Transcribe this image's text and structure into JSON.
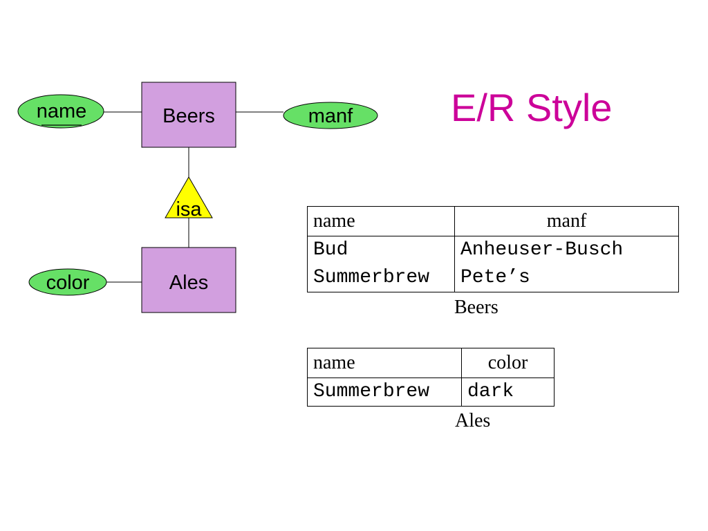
{
  "title": "E/R Style",
  "diagram": {
    "entities": [
      {
        "id": "beers",
        "label": "Beers"
      },
      {
        "id": "ales",
        "label": "Ales"
      }
    ],
    "attributes": [
      {
        "entity": "beers",
        "label": "name",
        "key": true
      },
      {
        "entity": "beers",
        "label": "manf",
        "key": false
      },
      {
        "entity": "ales",
        "label": "color",
        "key": false
      }
    ],
    "isa": {
      "label": "isa",
      "parent": "beers",
      "child": "ales"
    }
  },
  "tables": {
    "beers": {
      "caption": "Beers",
      "headers": [
        "name",
        "manf"
      ],
      "rows": [
        [
          "Bud",
          "Anheuser-Busch"
        ],
        [
          "Summerbrew",
          "Pete’s"
        ]
      ]
    },
    "ales": {
      "caption": "Ales",
      "headers": [
        "name",
        "color"
      ],
      "rows": [
        [
          "Summerbrew",
          "dark"
        ]
      ]
    }
  },
  "colors": {
    "title": "#cc0099",
    "entity_fill": "#d29fdf",
    "attribute_fill": "#66e066",
    "isa_fill": "#ffff00"
  }
}
